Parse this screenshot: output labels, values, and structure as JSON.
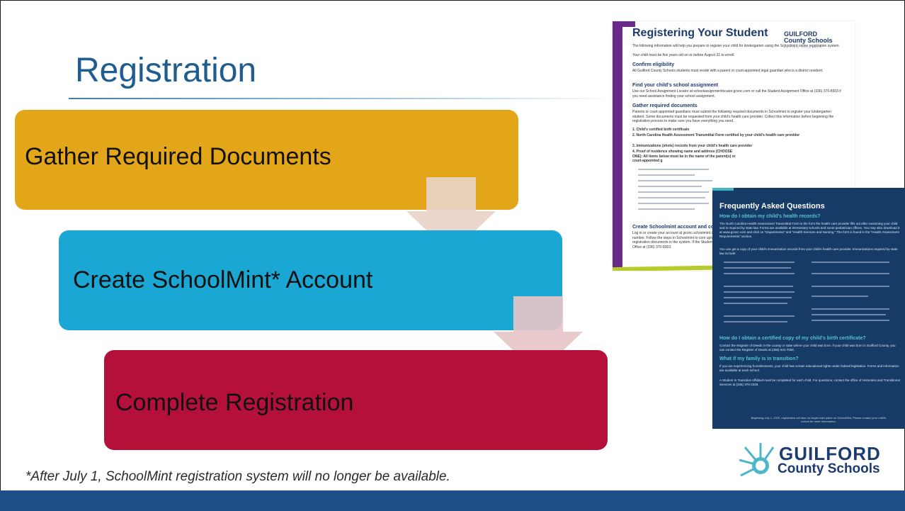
{
  "slide": {
    "title": "Registration",
    "steps": [
      {
        "label": "Gather Required Documents",
        "color": "#e4a619"
      },
      {
        "label": "Create SchoolMint* Account",
        "color": "#1aa7d3"
      },
      {
        "label": "Complete Registration",
        "color": "#b5103a"
      }
    ],
    "footnote": "*After July 1, SchoolMint registration system will no longer be available.",
    "bar_color": "#1f4f88"
  },
  "doc1": {
    "title": "Registering Your Student",
    "logo_line1": "GUILFORD",
    "logo_line2": "County Schools",
    "logo_tag": "BETTER TOGETHER",
    "intro": "The following information will help you prepare to register your child for kindergarten using the Schoolmint online registration system.",
    "intro_italic": "Your child must be five years old on or before August 31 to enroll.",
    "h_confirm": "Confirm eligibility",
    "confirm_text": "All Guilford County Schools students must reside with a parent or court-appointed legal guardian who is a district resident.",
    "h_find": "Find your child's school assignment",
    "find_text": "Use our School Assignment Locator at schoolassignmentlocator.gcsnc.com or call the Student Assignment Office at (336) 370-8303 if you need assistance finding your school assignment.",
    "h_gather": "Gather required documents",
    "gather_text": "Parents or court-appointed guardians must submit the following required documents in Schoolmint to register your kindergarten student. Some documents must be requested from your child's health care provider. Collect this information before beginning the registration process to make sure you have everything you need.",
    "list": [
      "1. Child's certified birth certificate",
      "2. North Carolina Health Assessment Transmittal Form certified by your child's health care provider",
      "3. Immunizations (shots) records from your child's health care provider",
      "4. Proof of residence showing name and address (CHOOSE ONE): All items below must be in the name of the parent(s) or court-appointed g"
    ],
    "h_create": "Create Schoolmint account and com",
    "create_text": "Log in or create your account at gcsnc.schoolmint.co phone number. Follow the steps in Schoolmint to com upload your registration documents in the system. If the Student Assignment Office at (336) 370-8303."
  },
  "doc2": {
    "heading": "Frequently Asked Questions",
    "q1": "How do I obtain my child's health records?",
    "q1_text": "The North Carolina Health Assessment Transmittal Form is the form the health care provider fills out after examining your child and is required by state law. Forms are available at elementary schools and some pediatrician offices. You may also download it at www.gcsnc.com and click on \"Departments\" and \"Health Services and Nursing.\" The form is found in the \"Health Assessment Requirements\" section.",
    "q1_text2": "You can get a copy of your child's immunization records from your child's health care provider. Immunizations required by state law include:",
    "q2": "How do I obtain a certified copy of my child's birth certificate?",
    "q2_text": "Contact the Register of Deeds in the county or state where your child was born. If your child was born in Guilford County, you can contact the Register of Deeds at (336) 641-7556.",
    "q3": "What if my family is in transition?",
    "q3_text": "If you are experiencing homelessness, your child has certain educational rights under federal legislation. Forms and information are available at each school.",
    "q3_text2": "A Student in Transition Affidavit must be completed for each child. For questions, contact the office of Homeless and Transitional Services at (336) 370-2329.",
    "footer": "Beginning July 1, 2025, registration will take no longer take place on SchoolMint. Please contact your child's school for more information."
  },
  "logo": {
    "line1": "GUILFORD",
    "line2": "County Schools"
  }
}
